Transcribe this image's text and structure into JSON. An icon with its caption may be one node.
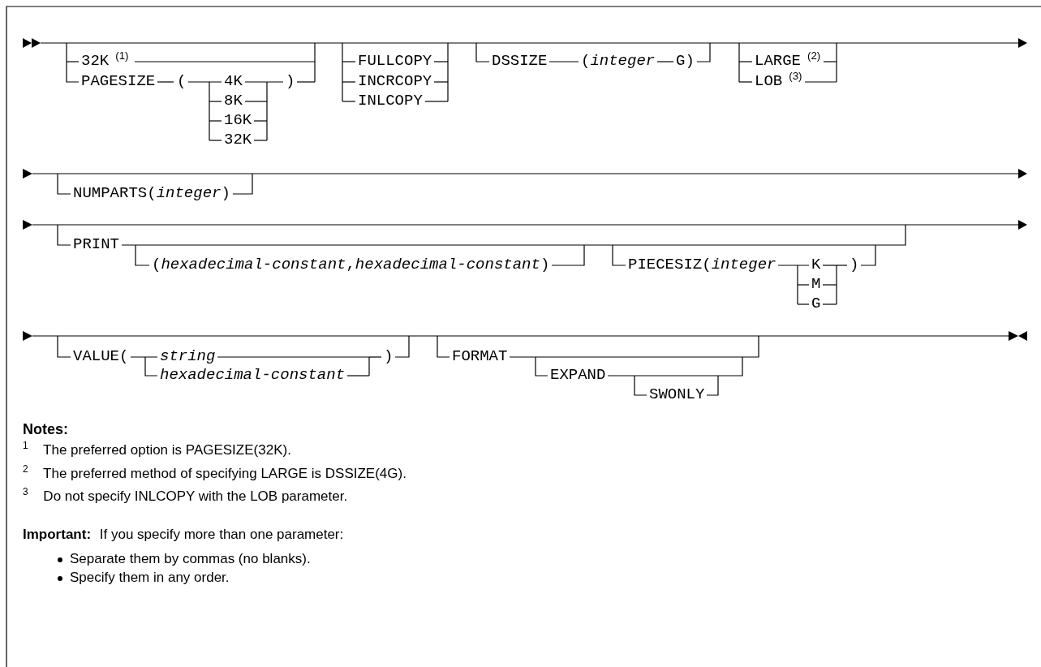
{
  "diagram": {
    "labels": [
      "32K$^{(1)}$",
      "PAGESIZE",
      "(",
      "4K",
      ")",
      "8K",
      "16K",
      "32K",
      "FULLCOPY",
      "INCRCOPY",
      "INLCOPY",
      "DSSIZE",
      "(*integer*",
      "G)",
      "LARGE$^{(2)}$",
      "LOB$^{(3)}$",
      "NUMPARTS(*integer*)",
      "PRINT",
      "(*hexadecimal-constant*,*hexadecimal-constant*)",
      "PIECESIZ(*integer*",
      "K",
      ")",
      "M",
      "G",
      "VALUE(",
      "string",
      ")",
      "hexadecimal-constant",
      "FORMAT",
      "EXPAND",
      "SWONLY",
      "Notes:",
      "$^{1}$ The preferred option is PAGESIZE(32K).",
      "$^{2}$ The preferred method of specifying LARGE is DSSIZE(4G).",
      "$^{3}$ Do not specify INLCOPY with the LOB parameter.",
      "**Important:** If you specify more than one parameter:",
      "Separate them by commas (no blanks).",
      "Specify them in any order."
    ]
  }
}
